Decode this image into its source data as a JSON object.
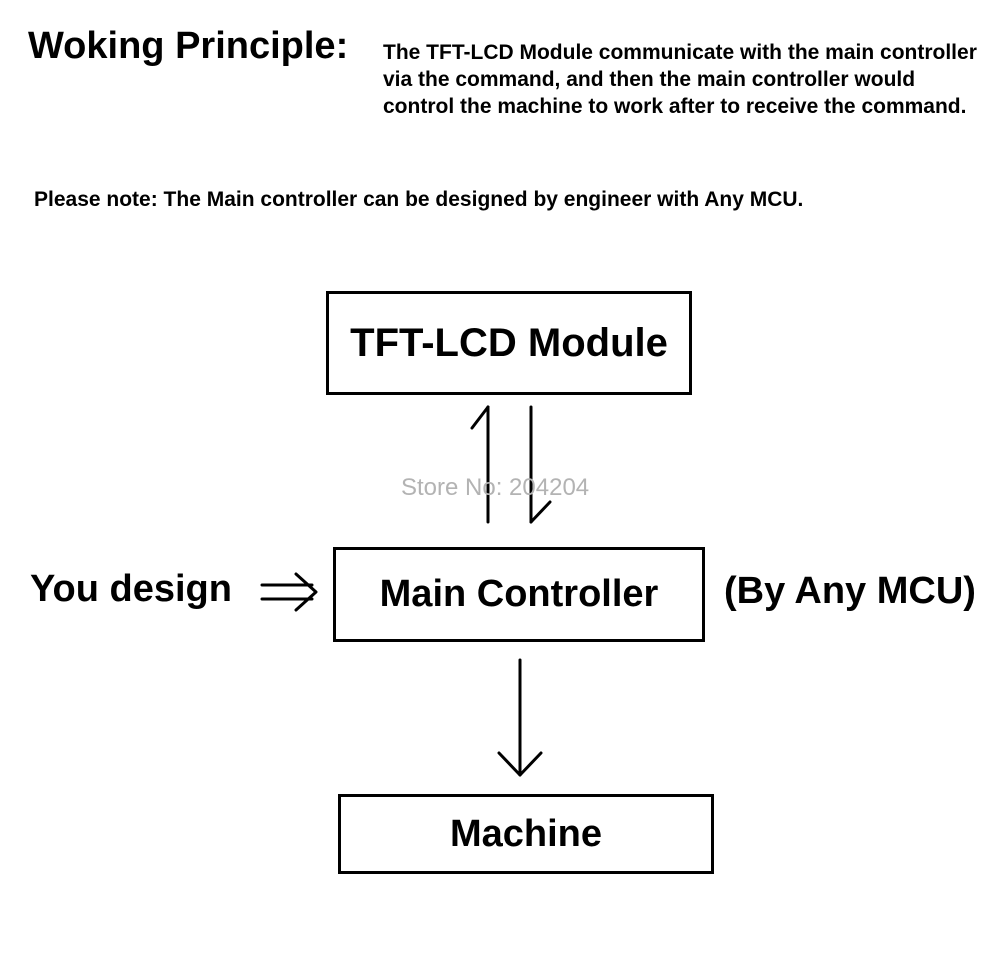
{
  "heading": "Woking Principle:",
  "intro": "The TFT-LCD Module communicate with the main controller via the command, and then the main controller would control the machine to work after to receive the command.",
  "note": "Please note: The Main controller can be designed by engineer with Any MCU.",
  "boxes": {
    "tft": "TFT-LCD Module",
    "main": "Main Controller",
    "machine": "Machine"
  },
  "labels": {
    "you_design": "You design",
    "by_mcu": "(By Any MCU)"
  },
  "watermark": "Store No: 204204",
  "colors": {
    "text": "#000000",
    "watermark": "#b3b3b3",
    "background": "#ffffff"
  }
}
